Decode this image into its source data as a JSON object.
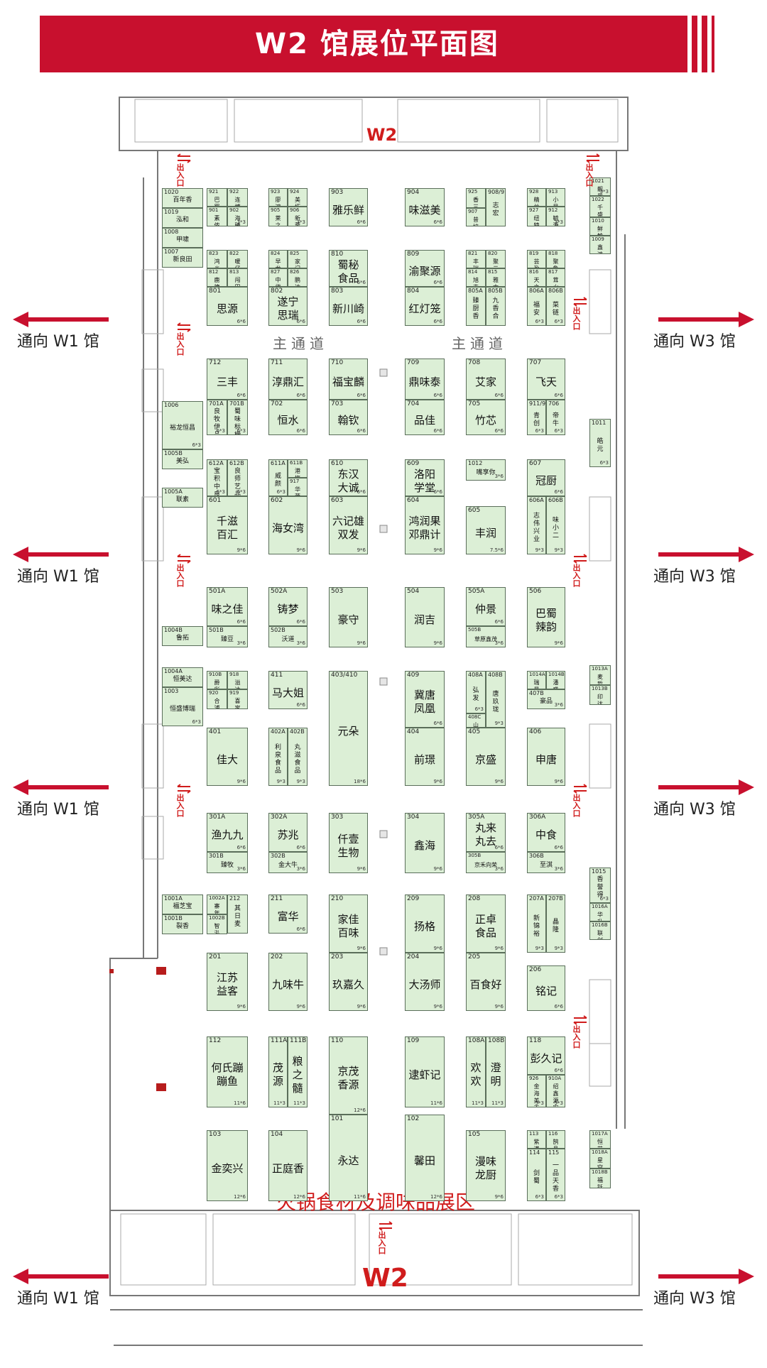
{
  "title": "W2 馆展位平面图",
  "hall_labels": {
    "top": "W2",
    "bottom": "W2"
  },
  "aisle_label": "主通道",
  "zone_label": "火锅食材及调味品展区",
  "entry_label": "出入口",
  "nav": {
    "left": "通向 W1 馆",
    "right": "通向 W3 馆"
  },
  "colors": {
    "brand_red": "#c8102e",
    "booth_fill": "#dcefd6",
    "booth_border": "#5a6e5a"
  },
  "booths": [
    {
      "no": "1020",
      "name": "百年香"
    },
    {
      "no": "1019",
      "name": "泓和"
    },
    {
      "no": "1008",
      "name": "甲啸"
    },
    {
      "no": "1007",
      "name": "新良田"
    },
    {
      "no": "921",
      "name": "巴蜀辣子"
    },
    {
      "no": "922",
      "name": "连博理世"
    },
    {
      "no": "901",
      "name": "素侬佳"
    },
    {
      "no": "902",
      "name": "海臻",
      "size": "3*3"
    },
    {
      "no": "923",
      "name": "廖鸿义"
    },
    {
      "no": "924",
      "name": "美拓鸿达"
    },
    {
      "no": "905",
      "name": "莱之谷"
    },
    {
      "no": "906",
      "name": "新蓉川",
      "size": "3*3"
    },
    {
      "no": "903",
      "name": "雅乐鲜",
      "size": "6*6"
    },
    {
      "no": "904",
      "name": "味滋美",
      "size": "6*6"
    },
    {
      "no": "925",
      "name": "香三一"
    },
    {
      "no": "908/915",
      "name": "志宏"
    },
    {
      "no": "907",
      "name": "昔拉娜"
    },
    {
      "no": "928",
      "name": "精益"
    },
    {
      "no": "913",
      "name": "小目标"
    },
    {
      "no": "927",
      "name": "纽特"
    },
    {
      "no": "912",
      "name": "毓源",
      "size": "3*3"
    },
    {
      "no": "1021",
      "name": "靓恩",
      "size": "3*3"
    },
    {
      "no": "1022",
      "name": "千盛千美"
    },
    {
      "no": "1010",
      "name": "鲜触"
    },
    {
      "no": "1009",
      "name": "鑫鸿升"
    },
    {
      "no": "823",
      "name": "鸿焱"
    },
    {
      "no": "822",
      "name": "暖仔"
    },
    {
      "no": "812",
      "name": "鹿德风扬"
    },
    {
      "no": "813",
      "name": "闯田"
    },
    {
      "no": "801",
      "name": "思源",
      "size": "6*6"
    },
    {
      "no": "824",
      "name": "早龙太豪"
    },
    {
      "no": "825",
      "name": "家门香"
    },
    {
      "no": "827",
      "name": "中武"
    },
    {
      "no": "826",
      "name": "鹏达馨馨"
    },
    {
      "no": "802",
      "name": "遂宁思瑞",
      "size": "6*6"
    },
    {
      "no": "810",
      "name": "蜀秘食品",
      "size": "6*6"
    },
    {
      "no": "803",
      "name": "新川崎",
      "size": "6*6"
    },
    {
      "no": "809",
      "name": "渝聚源",
      "size": "6*6"
    },
    {
      "no": "804",
      "name": "红灯笼",
      "size": "6*6"
    },
    {
      "no": "821",
      "name": "丰瑞"
    },
    {
      "no": "820",
      "name": "聚元香源"
    },
    {
      "no": "814",
      "name": "旭丰"
    },
    {
      "no": "815",
      "name": "雅太"
    },
    {
      "no": "805A",
      "name": "臻厨香"
    },
    {
      "no": "805B",
      "name": "九香合"
    },
    {
      "no": "819",
      "name": "芸盈"
    },
    {
      "no": "818",
      "name": "聚鲁"
    },
    {
      "no": "816",
      "name": "天之味"
    },
    {
      "no": "817",
      "name": "茸火"
    },
    {
      "no": "806A",
      "name": "福安",
      "size": "6*3"
    },
    {
      "no": "806B",
      "name": "菜链",
      "size": "6*3"
    },
    {
      "no": "712",
      "name": "三丰",
      "size": "6*6"
    },
    {
      "no": "701A",
      "name": "良牧伊品",
      "size": "6*3"
    },
    {
      "no": "701B",
      "name": "蜀味标榜",
      "size": "6*3"
    },
    {
      "no": "711",
      "name": "淳鼎汇",
      "size": "6*6"
    },
    {
      "no": "702",
      "name": "恒水",
      "size": "6*6"
    },
    {
      "no": "710",
      "name": "福宝麟",
      "size": "6*6"
    },
    {
      "no": "703",
      "name": "翰钦",
      "size": "6*6"
    },
    {
      "no": "709",
      "name": "鼎味泰",
      "size": "6*6"
    },
    {
      "no": "704",
      "name": "品佳",
      "size": "6*6"
    },
    {
      "no": "708",
      "name": "艾家",
      "size": "6*6"
    },
    {
      "no": "705",
      "name": "竹芯",
      "size": "6*6"
    },
    {
      "no": "707",
      "name": "飞天",
      "size": "6*6"
    },
    {
      "no": "911/914",
      "name": "青创",
      "size": "6*3"
    },
    {
      "no": "706",
      "name": "帝牛",
      "size": "6*3"
    },
    {
      "no": "1006",
      "name": "裕龙恒昌",
      "size": "6*3"
    },
    {
      "no": "1005B",
      "name": "美弘"
    },
    {
      "no": "1005A",
      "name": "联素"
    },
    {
      "no": "1011",
      "name": "皓元",
      "size": "6*3"
    },
    {
      "no": "612A",
      "name": "宝积中良",
      "size": "6*3"
    },
    {
      "no": "612B",
      "name": "良师艺品",
      "size": "6*3"
    },
    {
      "no": "601",
      "name": "千滋百汇",
      "size": "9*6"
    },
    {
      "no": "611A",
      "name": "威颜",
      "size": "6*3"
    },
    {
      "no": "611B",
      "name": "港梅"
    },
    {
      "no": "917",
      "name": "华莽"
    },
    {
      "no": "602",
      "name": "海女湾",
      "size": "9*6"
    },
    {
      "no": "610",
      "name": "东汉大诚",
      "size": "6*6"
    },
    {
      "no": "603",
      "name": "六记雄双发",
      "size": "9*6"
    },
    {
      "no": "609",
      "name": "洛阳学堂",
      "size": "6*6"
    },
    {
      "no": "604",
      "name": "鸿润果邓鼎计",
      "size": "9*6"
    },
    {
      "no": "1012",
      "name": "嘴享你",
      "size": "3*6"
    },
    {
      "no": "605",
      "name": "丰润",
      "size": "7.5*6"
    },
    {
      "no": "607",
      "name": "冠厨",
      "size": "6*6"
    },
    {
      "no": "606A",
      "name": "志伟兴业",
      "size": "9*3"
    },
    {
      "no": "606B",
      "name": "味小二",
      "size": "9*3"
    },
    {
      "no": "501A",
      "name": "味之佳",
      "size": "6*6"
    },
    {
      "no": "501B",
      "name": "臻豆",
      "size": "3*6"
    },
    {
      "no": "502A",
      "name": "铸梦",
      "size": "6*6"
    },
    {
      "no": "502B",
      "name": "沃道",
      "size": "3*6"
    },
    {
      "no": "503",
      "name": "豪守",
      "size": "9*6"
    },
    {
      "no": "504",
      "name": "润吉",
      "size": "9*6"
    },
    {
      "no": "505A",
      "name": "仲景",
      "size": "6*6"
    },
    {
      "no": "505B",
      "name": "草原鑫茂",
      "size": "3*6"
    },
    {
      "no": "506",
      "name": "巴蜀辣韵",
      "size": "9*6"
    },
    {
      "no": "1004B",
      "name": "鲁拓"
    },
    {
      "no": "910B",
      "name": "爵彩低调"
    },
    {
      "no": "918",
      "name": "溢达四味"
    },
    {
      "no": "920",
      "name": "合浦"
    },
    {
      "no": "919",
      "name": "喜家萝萝"
    },
    {
      "no": "411",
      "name": "马大姐",
      "size": "6*6"
    },
    {
      "no": "403/410",
      "name": "元朵",
      "size": "18*6"
    },
    {
      "no": "409",
      "name": "冀唐凤凰",
      "size": "6*6"
    },
    {
      "no": "408A",
      "name": "弘发",
      "size": "6*3"
    },
    {
      "no": "408B",
      "name": "唐玖珑",
      "size": "9*3"
    },
    {
      "no": "408C",
      "name": "山明"
    },
    {
      "no": "1014A",
      "name": "瑞景"
    },
    {
      "no": "1014B",
      "name": "潘盛源"
    },
    {
      "no": "407B",
      "name": "豪品",
      "size": "3*6"
    },
    {
      "no": "1013A",
      "name": "麦哲客"
    },
    {
      "no": "1013B",
      "name": "印达泓和"
    },
    {
      "no": "1004A",
      "name": "恒美达"
    },
    {
      "no": "1003",
      "name": "恒盛博瑞",
      "size": "6*3"
    },
    {
      "no": "401",
      "name": "佳大",
      "size": "9*6"
    },
    {
      "no": "402A",
      "name": "利泉食品",
      "size": "9*3"
    },
    {
      "no": "402B",
      "name": "丸滋食品",
      "size": "9*3"
    },
    {
      "no": "404",
      "name": "前璟",
      "size": "9*6"
    },
    {
      "no": "405",
      "name": "京盛",
      "size": "9*6"
    },
    {
      "no": "406",
      "name": "申唐",
      "size": "9*6"
    },
    {
      "no": "301A",
      "name": "渔九九",
      "size": "6*6"
    },
    {
      "no": "301B",
      "name": "臻牧",
      "size": "3*6"
    },
    {
      "no": "302A",
      "name": "苏兆",
      "size": "6*6"
    },
    {
      "no": "302B",
      "name": "金大牛",
      "size": "3*6"
    },
    {
      "no": "303",
      "name": "仟壹生物",
      "size": "9*6"
    },
    {
      "no": "304",
      "name": "鑫海",
      "size": "9*6"
    },
    {
      "no": "305A",
      "name": "丸来丸去",
      "size": "6*6"
    },
    {
      "no": "305B",
      "name": "京禾向荣",
      "size": "3*6"
    },
    {
      "no": "306A",
      "name": "中食",
      "size": "6*6"
    },
    {
      "no": "306B",
      "name": "至淇",
      "size": "3*6"
    },
    {
      "no": "1015",
      "name": "香誉得",
      "size": "6*3"
    },
    {
      "no": "1016A",
      "name": "华升清真"
    },
    {
      "no": "1016B",
      "name": "联创中欣"
    },
    {
      "no": "1001A",
      "name": "福芝宝"
    },
    {
      "no": "1001B",
      "name": "裂香"
    },
    {
      "no": "1002A",
      "name": "寨年"
    },
    {
      "no": "212",
      "name": "其日麦"
    },
    {
      "no": "1002B",
      "name": "智泓"
    },
    {
      "no": "211",
      "name": "富华",
      "size": "6*6"
    },
    {
      "no": "210",
      "name": "家佳百味",
      "size": "9*6"
    },
    {
      "no": "203",
      "name": "玖嘉久",
      "size": "9*6"
    },
    {
      "no": "209",
      "name": "扬格",
      "size": "9*6"
    },
    {
      "no": "204",
      "name": "大汤师",
      "size": "9*6"
    },
    {
      "no": "208",
      "name": "正卓食品",
      "size": "9*6"
    },
    {
      "no": "205",
      "name": "百食好",
      "size": "9*6"
    },
    {
      "no": "207A",
      "name": "新锦裕",
      "size": "9*3"
    },
    {
      "no": "207B",
      "name": "晶隆",
      "size": "9*3"
    },
    {
      "no": "206",
      "name": "铭记",
      "size": "6*6"
    },
    {
      "no": "201",
      "name": "江苏益客",
      "size": "9*6"
    },
    {
      "no": "202",
      "name": "九味牛",
      "size": "9*6"
    },
    {
      "no": "112",
      "name": "何氏蹦蹦鱼",
      "size": "11*6"
    },
    {
      "no": "103",
      "name": "金奕兴",
      "size": "12*6"
    },
    {
      "no": "111A",
      "name": "茂源",
      "size": "11*3"
    },
    {
      "no": "111B",
      "name": "粮之髓",
      "size": "11*3"
    },
    {
      "no": "104",
      "name": "正庭香",
      "size": "12*6"
    },
    {
      "no": "110",
      "name": "京茂香源",
      "size": "12*6"
    },
    {
      "no": "101",
      "name": "永达",
      "size": "11*6"
    },
    {
      "no": "109",
      "name": "逮虾记",
      "size": "11*6"
    },
    {
      "no": "102",
      "name": "馨田",
      "size": "12*6"
    },
    {
      "no": "108A",
      "name": "欢欢",
      "size": "11*3"
    },
    {
      "no": "108B",
      "name": "澄明",
      "size": "11*3"
    },
    {
      "no": "105",
      "name": "漫味龙厨",
      "size": "9*6"
    },
    {
      "no": "118",
      "name": "彭久记",
      "size": "6*6"
    },
    {
      "no": "926",
      "name": "金海美天",
      "size": "5*3"
    },
    {
      "no": "910A",
      "name": "绍鑫源宏",
      "size": "5*3"
    },
    {
      "no": "113",
      "name": "紫谦"
    },
    {
      "no": "116",
      "name": "鹄品"
    },
    {
      "no": "114",
      "name": "剑蜀",
      "size": "6*3"
    },
    {
      "no": "115",
      "name": "一品天香",
      "size": "6*3"
    },
    {
      "no": "1017A",
      "name": "恒艺南"
    },
    {
      "no": "1018A",
      "name": "星空味来"
    },
    {
      "no": "1018B",
      "name": "福跃"
    }
  ]
}
